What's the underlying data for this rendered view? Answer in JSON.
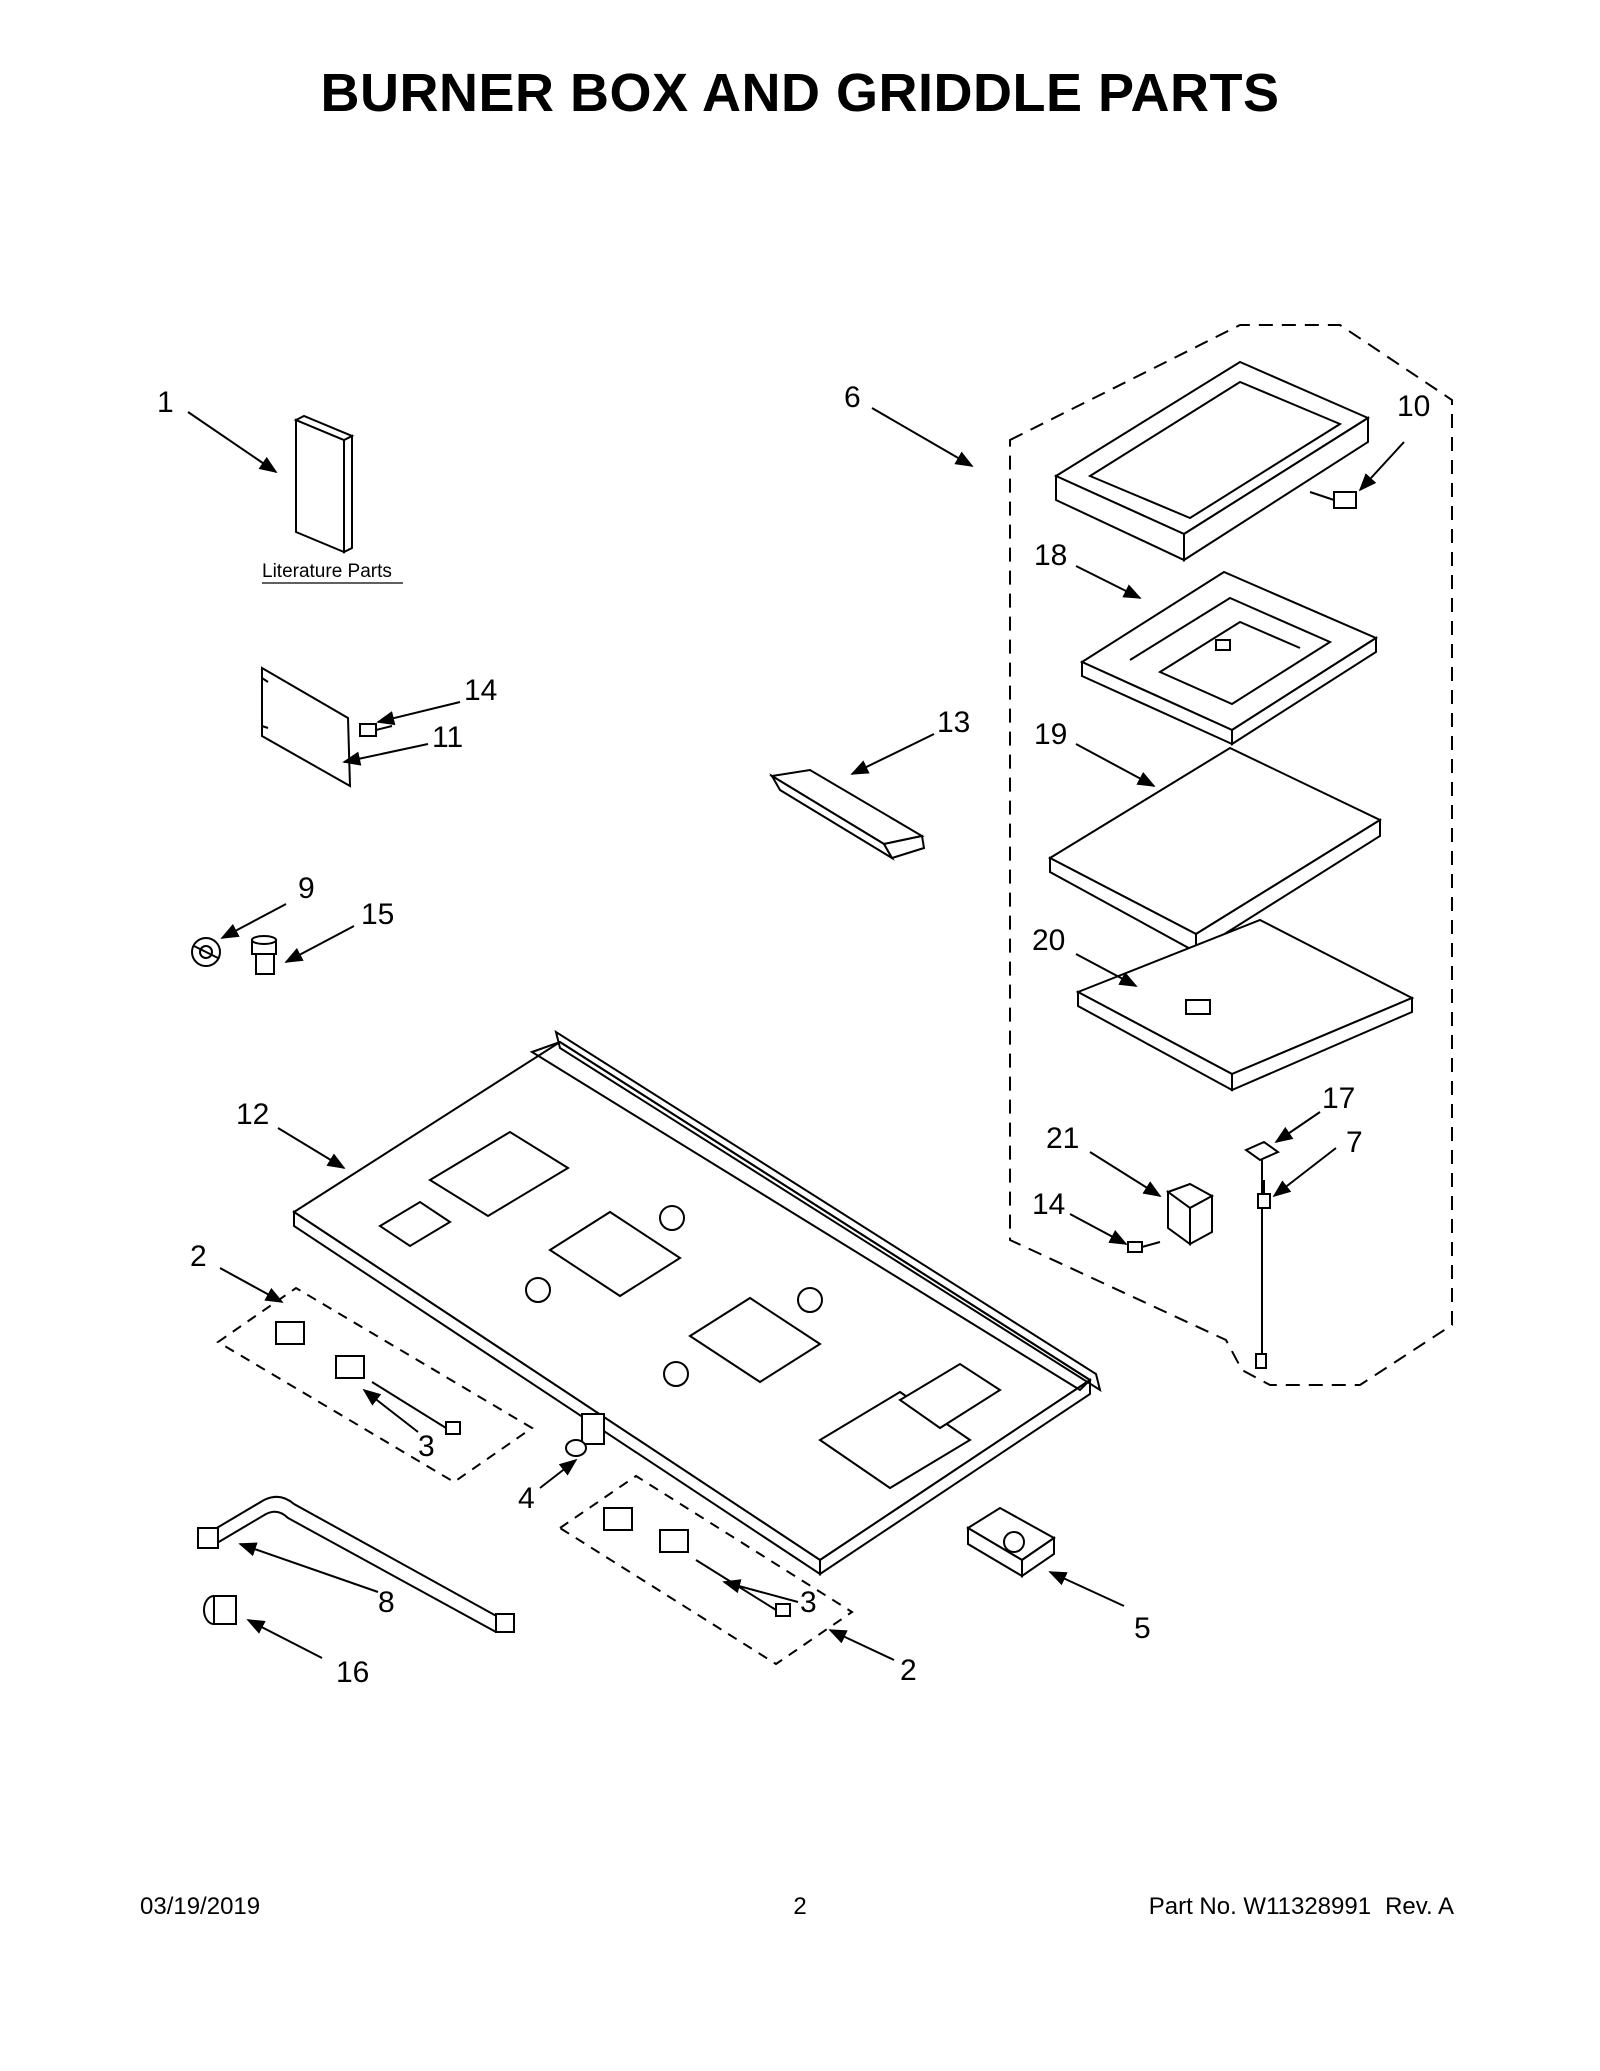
{
  "title": "BURNER BOX AND GRIDDLE PARTS",
  "literature_label": "Literature Parts",
  "callouts": {
    "c1": "1",
    "c2a": "2",
    "c2b": "2",
    "c3a": "3",
    "c3b": "3",
    "c4": "4",
    "c5": "5",
    "c6": "6",
    "c7": "7",
    "c8": "8",
    "c9": "9",
    "c10": "10",
    "c11": "11",
    "c12": "12",
    "c13": "13",
    "c14a": "14",
    "c14b": "14",
    "c15": "15",
    "c16": "16",
    "c17": "17",
    "c18": "18",
    "c19": "19",
    "c20": "20",
    "c21": "21"
  },
  "footer": {
    "date": "03/19/2019",
    "page": "2",
    "part_no": "Part No.  W11328991",
    "rev": "Rev.  A"
  }
}
